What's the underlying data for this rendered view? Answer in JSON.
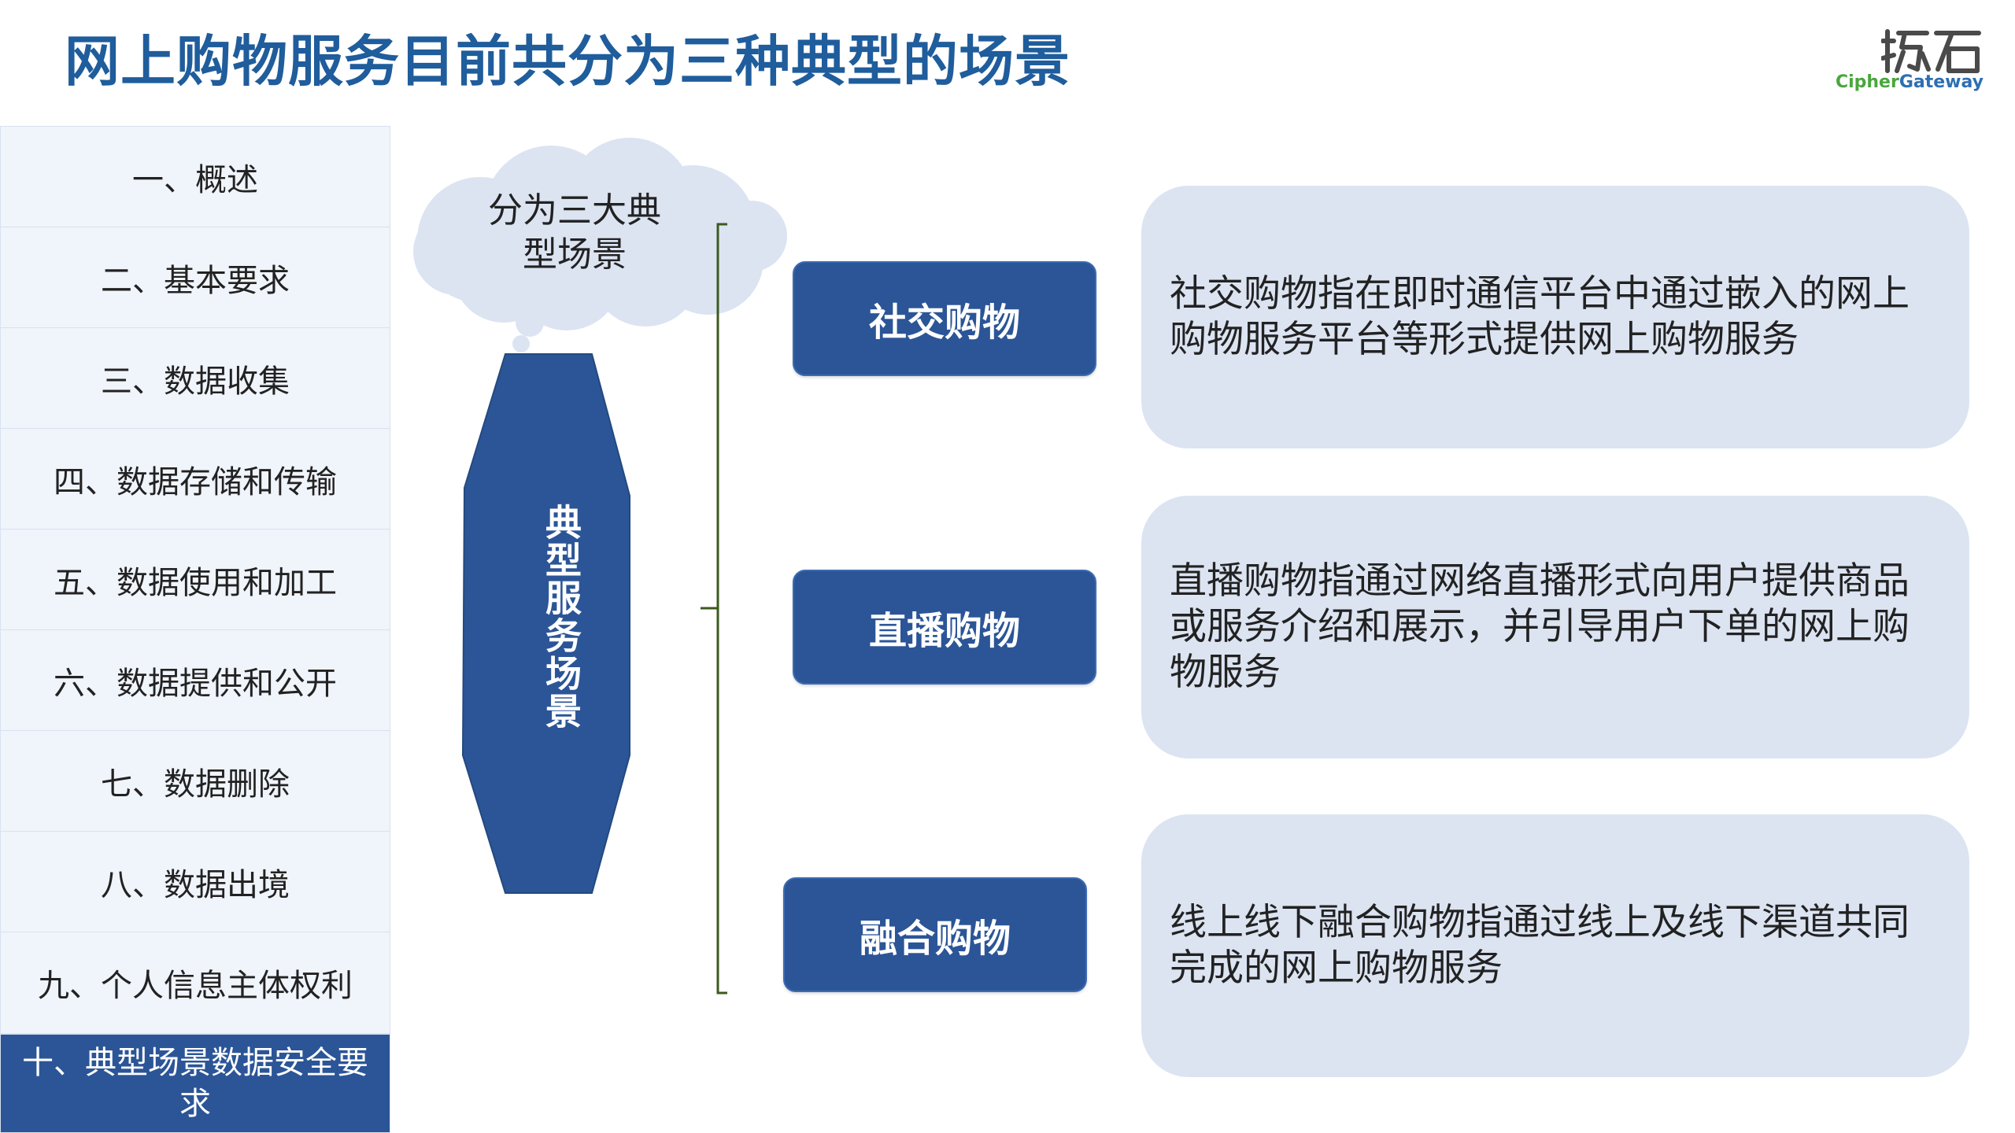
{
  "header": {
    "title": "网上购物服务目前共分为三种典型的场景"
  },
  "logo": {
    "name_part1": "Cipher",
    "name_part2": "Gateway"
  },
  "sidebar": {
    "items": [
      {
        "label": "一、概述"
      },
      {
        "label": "二、基本要求"
      },
      {
        "label": "三、数据收集"
      },
      {
        "label": "四、数据存储和传输"
      },
      {
        "label": "五、数据使用和加工"
      },
      {
        "label": "六、数据提供和公开"
      },
      {
        "label": "七、数据删除"
      },
      {
        "label": "八、数据出境"
      },
      {
        "label": "九、个人信息主体权利"
      },
      {
        "label": "十、典型场景数据安全要求",
        "active": true
      }
    ]
  },
  "diagram": {
    "cloud_label": "分为三大典型场景",
    "main_label": "典型服务场景",
    "scenes": [
      {
        "name": "社交购物",
        "description": "社交购物指在即时通信平台中通过嵌入的网上购物服务平台等形式提供网上购物服务"
      },
      {
        "name": "直播购物",
        "description": "直播购物指通过网络直播形式向用户提供商品或服务介绍和展示，并引导用户下单的网上购物服务"
      },
      {
        "name": "融合购物",
        "description": "线上线下融合购物指通过线上及线下渠道共同完成的网上购物服务"
      }
    ]
  },
  "colors": {
    "title": "#1f5d9c",
    "accent": "#2b5597",
    "desc_bg": "#dce4f2",
    "sidebar_bg": "#f0f4fb",
    "bracket": "#3d5a1e"
  }
}
